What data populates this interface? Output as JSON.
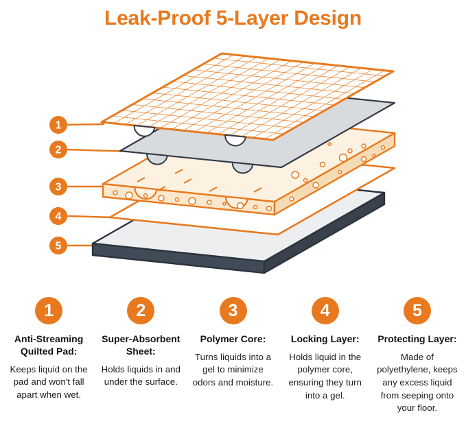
{
  "title": "Leak-Proof 5-Layer Design",
  "colors": {
    "accent": "#e8791e",
    "dark": "#343b46",
    "core_fill": "#fdf2e2",
    "sheet_gray": "#d8dbde"
  },
  "features": [
    {
      "number": "1",
      "heading": "Anti-Streaming Quilted Pad:",
      "description": "Keeps liquid on the pad and won't fall apart when wet."
    },
    {
      "number": "2",
      "heading": "Super-Absorbent Sheet:",
      "description": "Holds liquids in and under the surface."
    },
    {
      "number": "3",
      "heading": "Polymer Core:",
      "description": "Turns liquids into a gel to minimize odors and moisture."
    },
    {
      "number": "4",
      "heading": "Locking Layer:",
      "description": "Holds liquid in the polymer core, ensuring they turn into a gel."
    },
    {
      "number": "5",
      "heading": "Protecting Layer:",
      "description": "Made of polyethylene, keeps any excess liquid from seeping onto your floor."
    }
  ]
}
